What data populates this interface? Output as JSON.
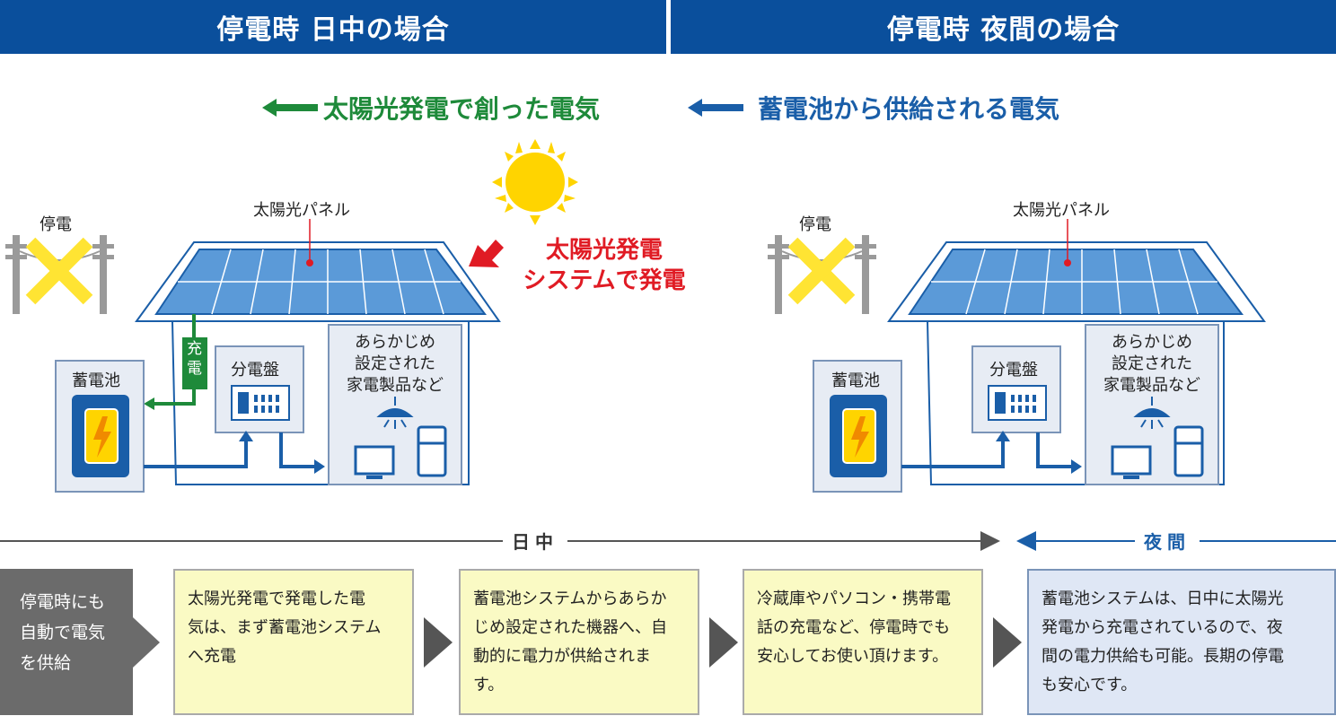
{
  "headers": {
    "left": "停電時 日中の場合",
    "right": "停電時 夜間の場合"
  },
  "legend": {
    "solar": "太陽光発電で創った電気",
    "battery": "蓄電池から供給される電気"
  },
  "colors": {
    "header": "#0a4f9c",
    "solar_flow": "#1e8a3a",
    "battery_flow": "#1a5ea8",
    "alert": "#e01b24",
    "sun": "#ffd400",
    "step_day": "#fafac4",
    "step_night": "#dfe7f5"
  },
  "day": {
    "outage": "停電",
    "panel": "太陽光パネル",
    "battery": "蓄電池",
    "charge": "充電",
    "distribution": "分電盤",
    "appliances": [
      "あらかじめ",
      "設定された",
      "家電製品など"
    ],
    "generation": [
      "太陽光発電",
      "システムで発電"
    ]
  },
  "night": {
    "outage": "停電",
    "panel": "太陽光パネル",
    "battery": "蓄電池",
    "distribution": "分電盤",
    "appliances": [
      "あらかじめ",
      "設定された",
      "家電製品など"
    ]
  },
  "timeline": {
    "day": "日中",
    "night": "夜間"
  },
  "steps": {
    "intro": [
      "停電時にも",
      "自動で電気",
      "を供給"
    ],
    "s1": [
      "太陽光発電で発電した電",
      "気は、まず蓄電池システム",
      "へ充電"
    ],
    "s2": [
      "蓄電池システムからあらか",
      "じめ設定された機器へ、自",
      "動的に電力が供給されま",
      "す。"
    ],
    "s3": [
      "冷蔵庫やパソコン・携帯電",
      "話の充電など、停電時でも",
      "安心してお使い頂けます。"
    ],
    "s4": [
      "蓄電池システムは、日中に太陽光",
      "発電から充電されているので、夜",
      "間の電力供給も可能。長期の停電",
      "も安心です。"
    ]
  }
}
